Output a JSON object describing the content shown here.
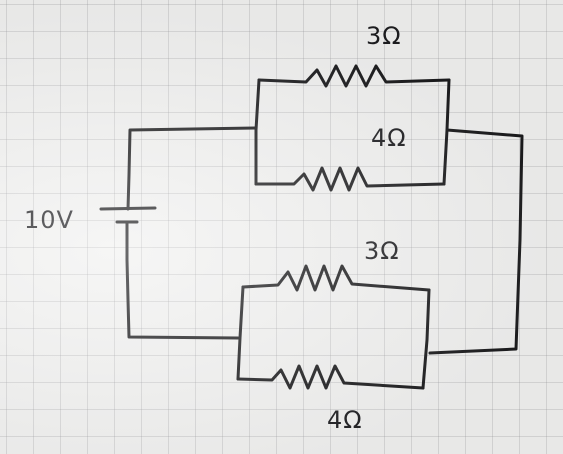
{
  "circuit": {
    "battery": {
      "voltage_label": "10V"
    },
    "upper_parallel_pair": {
      "top_resistor": {
        "label": "3Ω"
      },
      "bottom_resistor": {
        "label": "4Ω"
      }
    },
    "lower_parallel_pair": {
      "top_resistor": {
        "label": "3Ω"
      },
      "bottom_resistor": {
        "label": "4Ω"
      }
    }
  },
  "colors": {
    "paper": "#f1f1f0",
    "grid": "#a9a9ae",
    "ink": "#1b1b1d"
  }
}
